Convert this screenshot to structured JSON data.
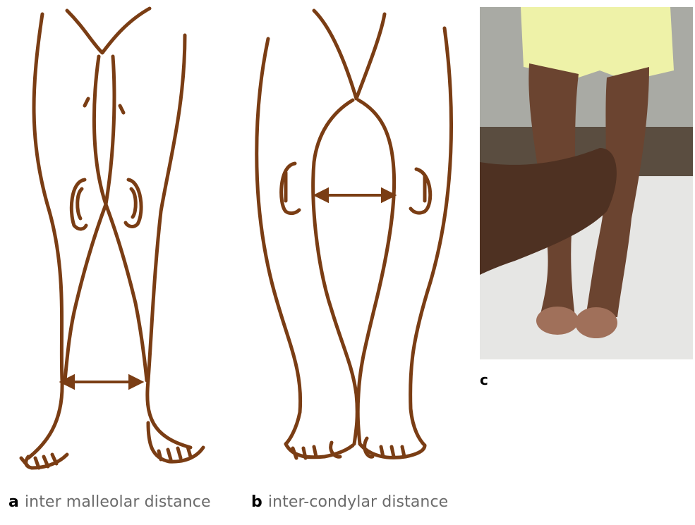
{
  "panels": [
    {
      "letter": "a",
      "label": "inter malleolar distance"
    },
    {
      "letter": "b",
      "label": "inter-condylar distance"
    },
    {
      "letter": "c"
    }
  ],
  "colors": {
    "line_art": "#7a3d14",
    "caption_text": "#6b6b6b"
  }
}
